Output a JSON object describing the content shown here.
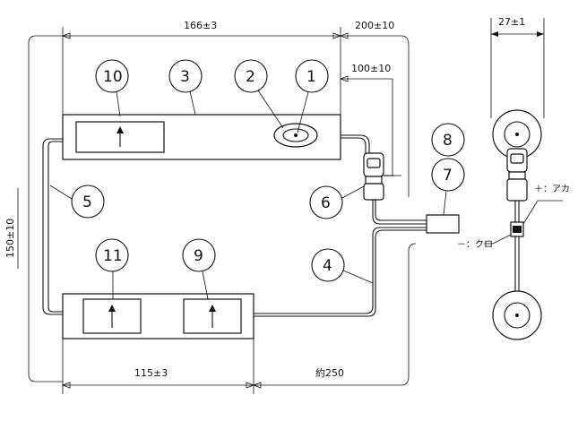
{
  "dimensions": {
    "top_width": "166±3",
    "top_right": "200±10",
    "inner_right": "100±10",
    "left_height": "150±10",
    "bottom_width": "115±3",
    "bottom_right": "約250",
    "side_width": "27±1"
  },
  "callouts": [
    "1",
    "2",
    "3",
    "4",
    "5",
    "6",
    "7",
    "8",
    "9",
    "10",
    "11"
  ],
  "labels": {
    "plus": "＋：アカ",
    "minus": "－：クロ"
  },
  "colors": {
    "ink": "#111111",
    "paper": "#ffffff"
  }
}
